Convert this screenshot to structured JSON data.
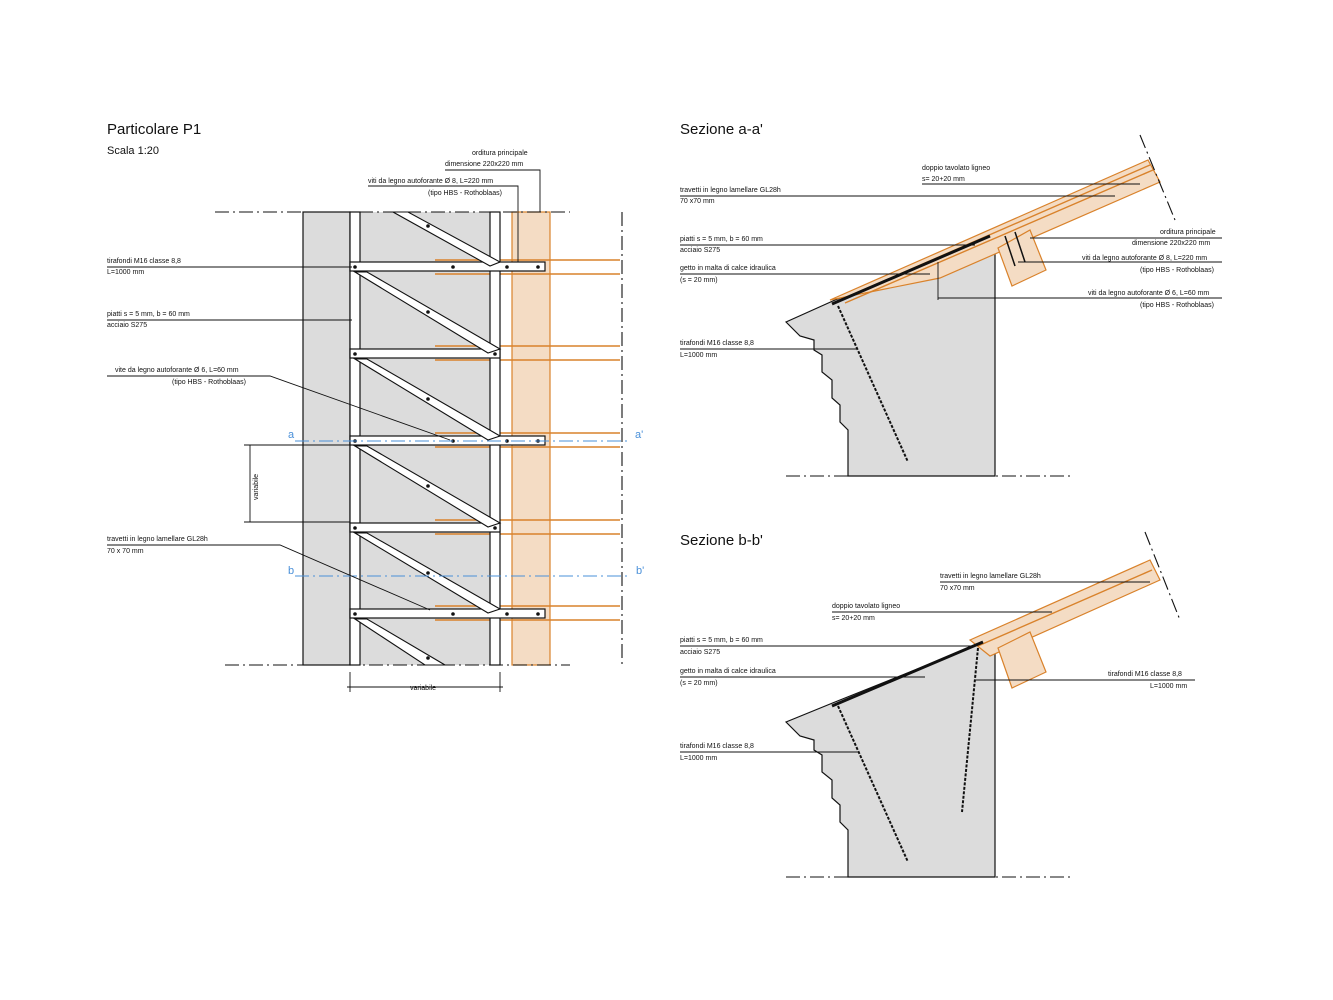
{
  "detail": {
    "title": "Particolare P1",
    "scale": "Scala 1:20",
    "label_purlin_1": "orditura principale",
    "label_purlin_2": "dimensione 220x220 mm",
    "label_screw220_1": "viti da legno autoforante Ø 8, L=220 mm",
    "label_screw220_2": "(tipo HBS - Rothoblaas)",
    "label_anchor_1": "tirafondi M16 classe 8,8",
    "label_anchor_2": "L=1000 mm",
    "label_plate_1": "piatti s = 5 mm, b = 60 mm",
    "label_plate_2": "acciaio S275",
    "label_screw60_1": "vite da legno autoforante Ø 6, L=60 mm",
    "label_screw60_2": "(tipo HBS - Rothoblaas)",
    "label_rafter_1": "travetti in legno lamellare GL28h",
    "label_rafter_2": "70 x 70 mm",
    "dim_variable_v": "variabile",
    "dim_variable_h": "variabile",
    "sec_a": "a",
    "sec_a2": "a'",
    "sec_b": "b",
    "sec_b2": "b'"
  },
  "section_a": {
    "title": "Sezione a-a'",
    "label_boards_1": "doppio tavolato ligneo",
    "label_boards_2": "s= 20+20 mm",
    "label_rafter_1": "travetti in legno lamellare GL28h",
    "label_rafter_2": "70 x70 mm",
    "label_purlin_1": "orditura principale",
    "label_purlin_2": "dimensione 220x220 mm",
    "label_plate_1": "piatti s = 5 mm, b = 60 mm",
    "label_plate_2": "acciaio S275",
    "label_screw220_1": "viti da legno autoforante Ø 8, L=220 mm",
    "label_screw220_2": "(tipo HBS - Rothoblaas)",
    "label_mortar_1": "getto in malta di calce idraulica",
    "label_mortar_2": "(s = 20 mm)",
    "label_screw60_1": "viti da legno autoforante Ø 6, L=60 mm",
    "label_screw60_2": "(tipo HBS - Rothoblaas)",
    "label_anchor_1": "tirafondi M16 classe 8,8",
    "label_anchor_2": "L=1000 mm"
  },
  "section_b": {
    "title": "Sezione b-b'",
    "label_rafter_1": "travetti in legno lamellare GL28h",
    "label_rafter_2": "70 x70 mm",
    "label_boards_1": "doppio tavolato ligneo",
    "label_boards_2": "s= 20+20 mm",
    "label_plate_1": "piatti s = 5 mm, b = 60 mm",
    "label_plate_2": "acciaio S275",
    "label_mortar_1": "getto in malta di calce idraulica",
    "label_mortar_2": "(s = 20 mm)",
    "label_anchor_r_1": "tirafondi M16 classe 8,8",
    "label_anchor_r_2": "L=1000 mm",
    "label_anchor_1": "tirafondi M16 classe 8,8",
    "label_anchor_2": "L=1000 mm"
  },
  "colors": {
    "concrete": "#dcdcdc",
    "timber": "#d9822b",
    "timber_fill": "#f4dcc4",
    "section_line": "#4a90d9"
  }
}
